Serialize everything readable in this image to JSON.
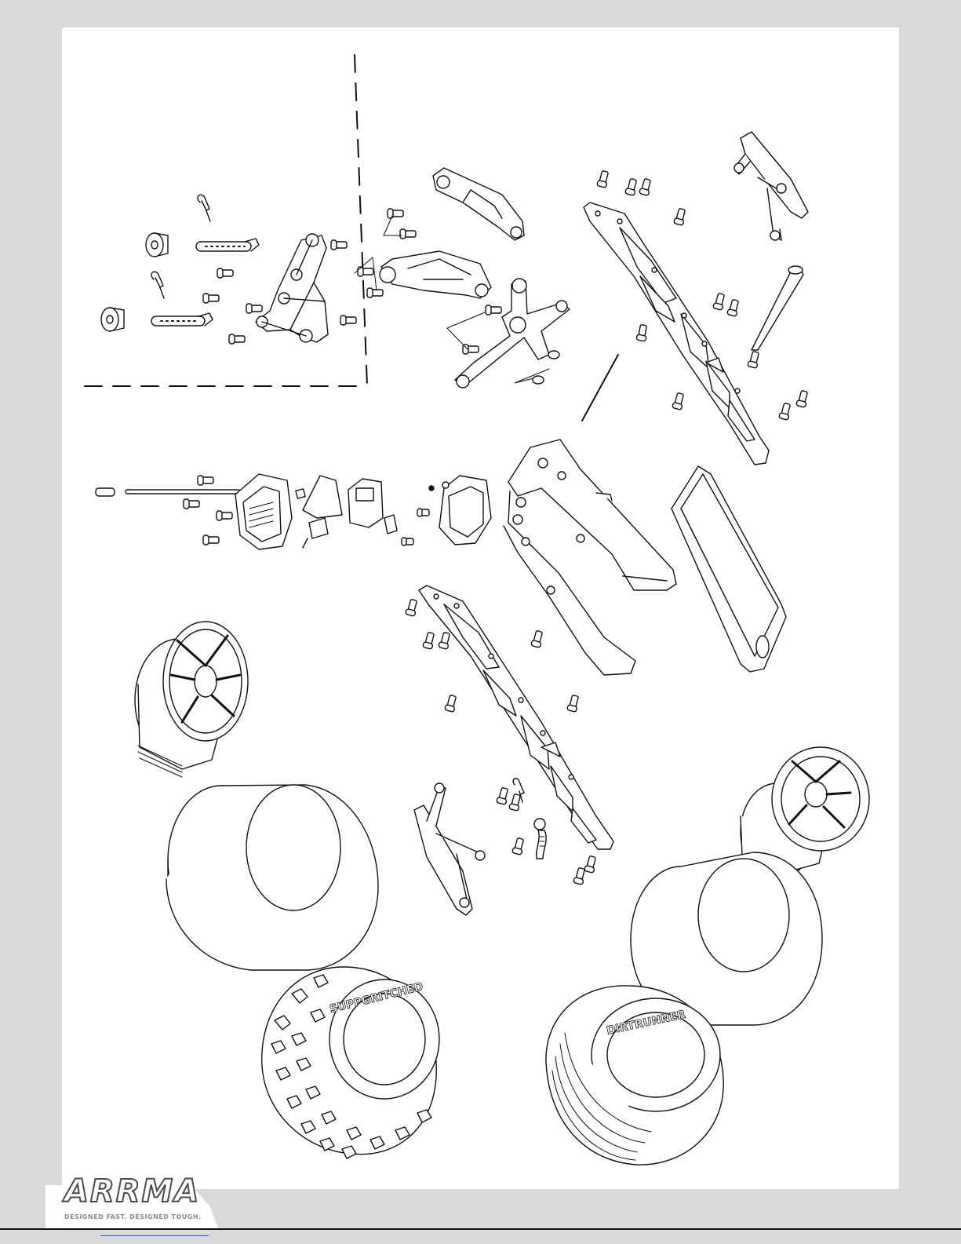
{
  "document": {
    "type": "exploded parts diagram"
  },
  "brand": {
    "logo_text": "ARRMA",
    "tagline": "DESIGNED FAST. DESIGNED TOUGH.",
    "colors": {
      "background": "#d9dadb",
      "sheet": "#ffffff",
      "line": "#111111",
      "link": "#2b49d8"
    }
  },
  "tires": {
    "left_sidewall": "SUPPGRITCHED",
    "right_sidewall": "DIRTRUNNER"
  }
}
